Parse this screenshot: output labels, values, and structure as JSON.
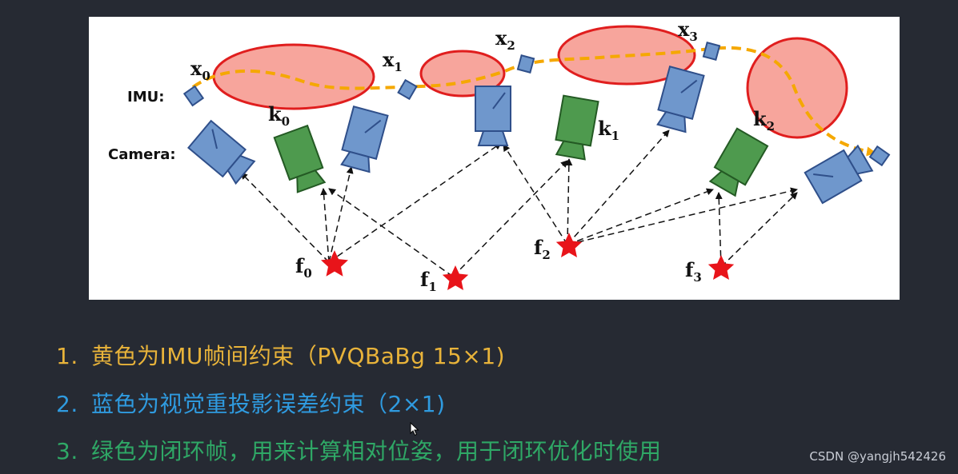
{
  "diagram": {
    "imu_label": "IMU:",
    "camera_label": "Camera:",
    "poses": [
      {
        "name": "x",
        "sub": "0"
      },
      {
        "name": "x",
        "sub": "1"
      },
      {
        "name": "x",
        "sub": "2"
      },
      {
        "name": "x",
        "sub": "3"
      }
    ],
    "keyframes": [
      {
        "name": "k",
        "sub": "0"
      },
      {
        "name": "k",
        "sub": "1"
      },
      {
        "name": "k",
        "sub": "2"
      }
    ],
    "features": [
      {
        "name": "f",
        "sub": "0"
      },
      {
        "name": "f",
        "sub": "1"
      },
      {
        "name": "f",
        "sub": "2"
      },
      {
        "name": "f",
        "sub": "3"
      }
    ],
    "colors": {
      "imu_constraint": "#f5a800",
      "camera": "#6f97cc",
      "keyframe": "#4e9a4e",
      "ellipse_fill": "#f7a59c",
      "ellipse_stroke": "#e01e1e",
      "star": "#e8141a"
    }
  },
  "bullets": [
    {
      "num": "1.",
      "text": "黄色为IMU帧间约束（PVQBaBg 15×1)",
      "color": "#e8b33a"
    },
    {
      "num": "2.",
      "text": "蓝色为视觉重投影误差约束（2×1)",
      "color": "#2f9be0"
    },
    {
      "num": "3.",
      "text": "绿色为闭环帧，用来计算相对位姿，用于闭环优化时使用",
      "color": "#2fa866"
    }
  ],
  "watermark": "CSDN @yangjh542426"
}
